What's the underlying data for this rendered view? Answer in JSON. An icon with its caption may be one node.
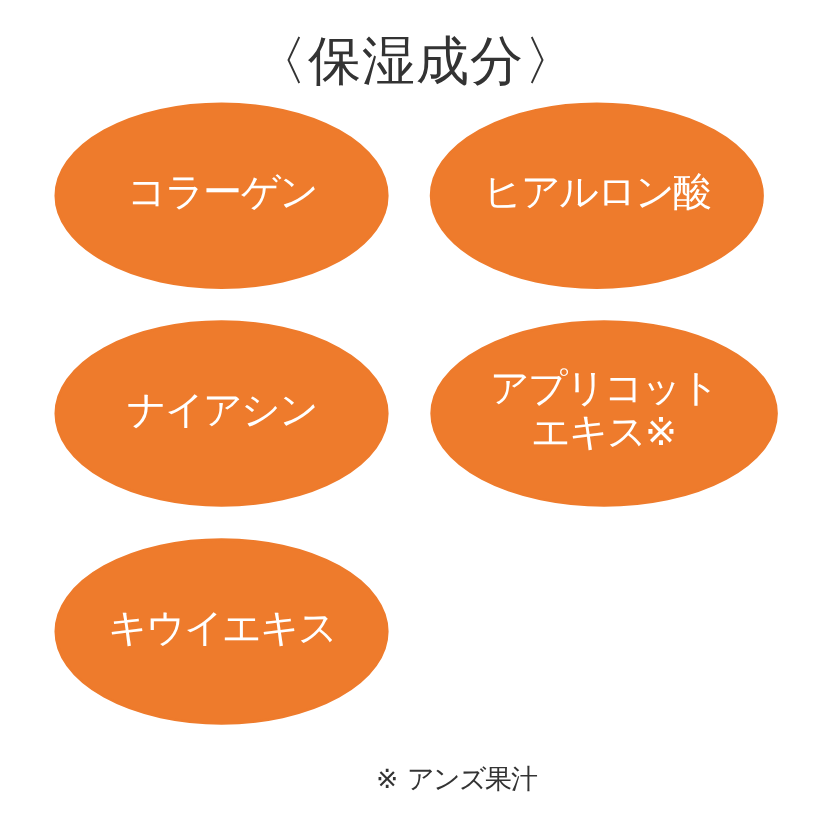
{
  "diagram": {
    "title": "〈保湿成分〉",
    "nodes": [
      {
        "text": [
          "コラーゲン"
        ]
      },
      {
        "text": [
          "ヒアルロン酸"
        ]
      },
      {
        "text": [
          "ナイアシン"
        ]
      },
      {
        "text": [
          "アプリコットエキス※"
        ]
      },
      {
        "text": [
          "キウイエキス"
        ]
      }
    ],
    "labels": [
      "※ アンズ果汁"
    ]
  }
}
